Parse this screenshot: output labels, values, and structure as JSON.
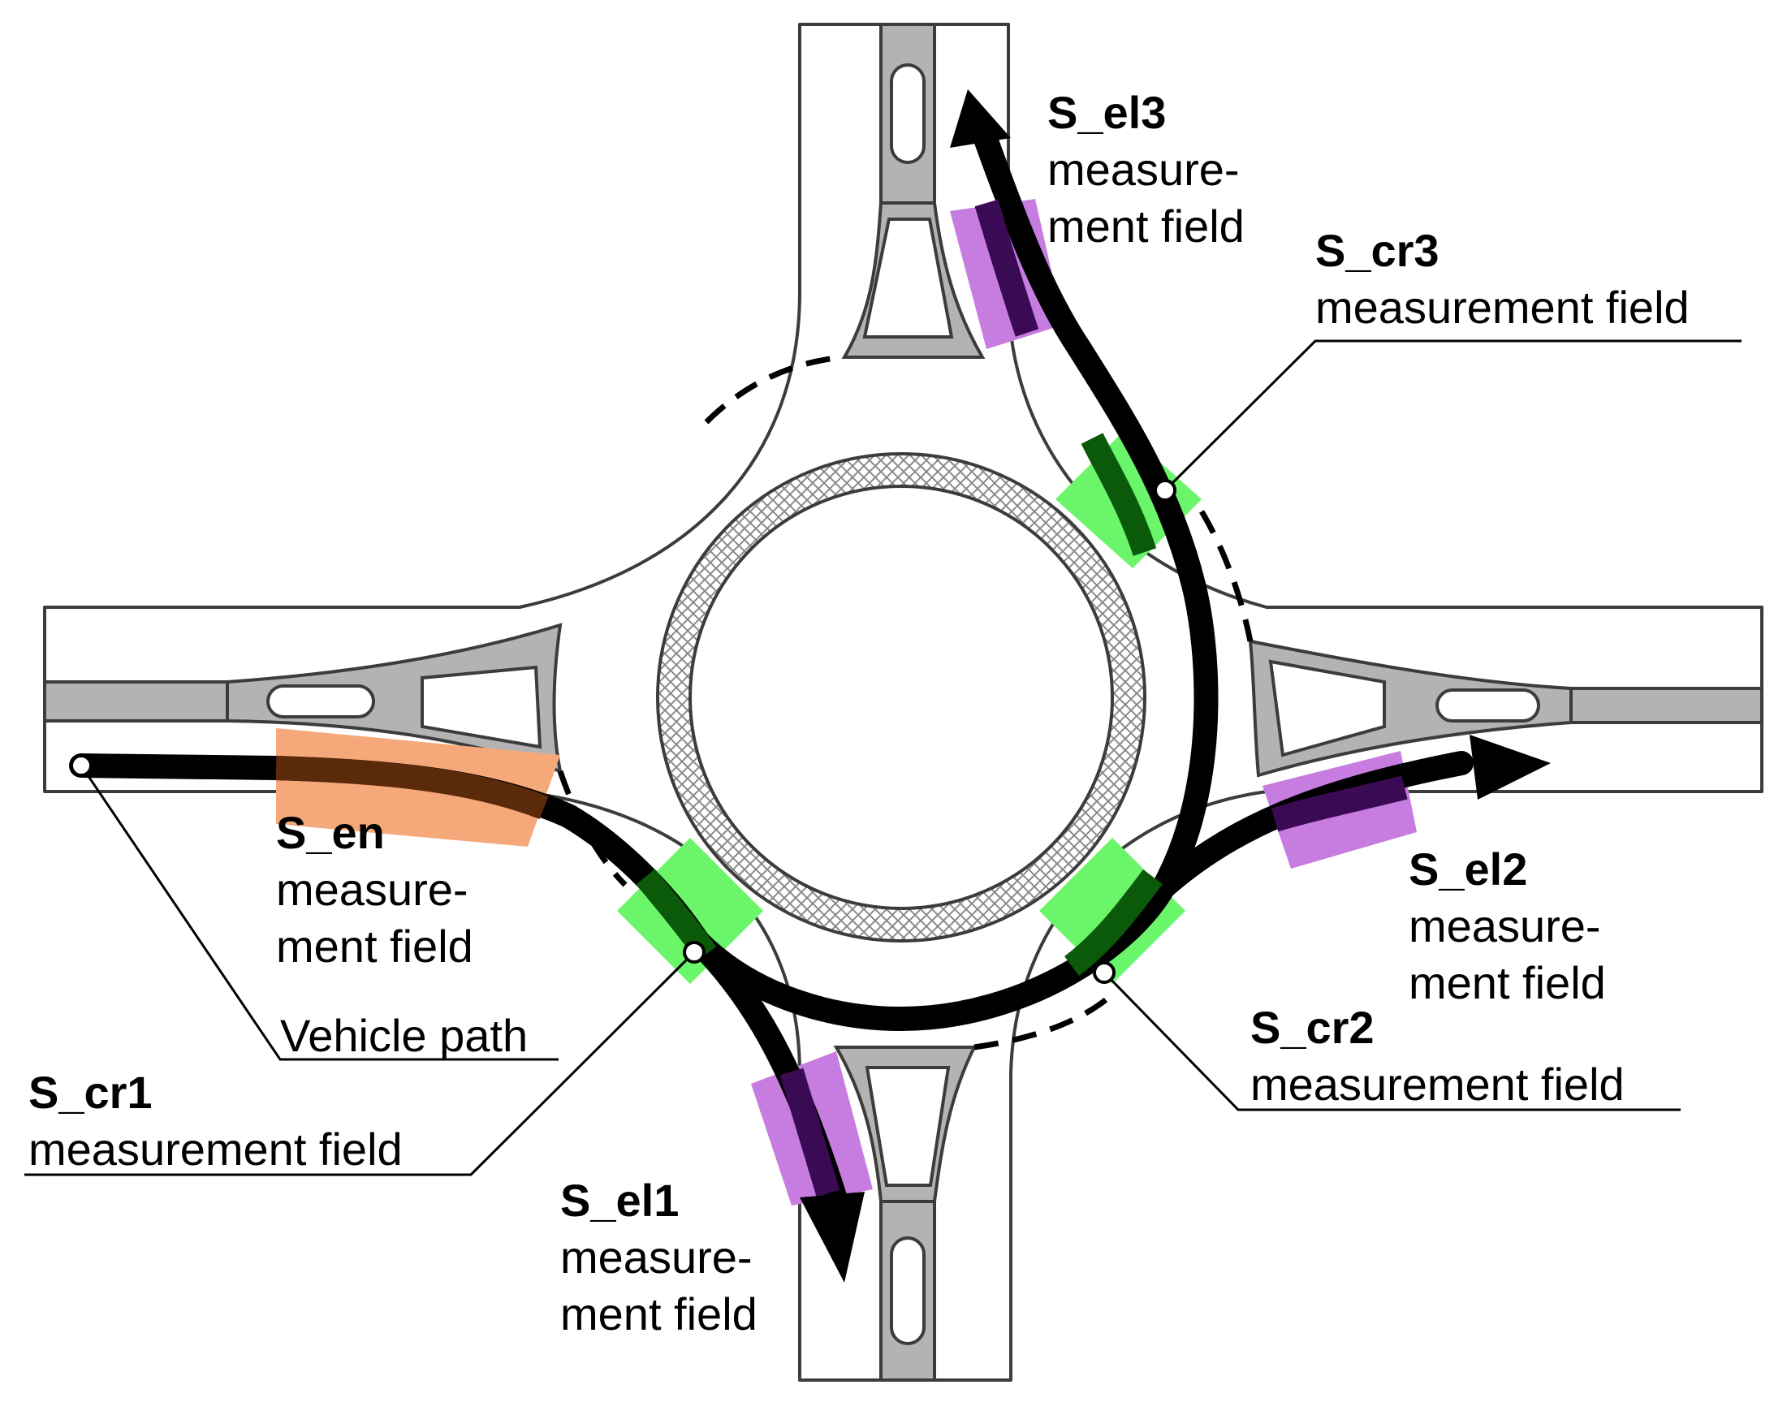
{
  "labels": {
    "s_el3": {
      "name": "S_el3",
      "line1": "measure-",
      "line2": "ment field"
    },
    "s_cr3": {
      "name": "S_cr3",
      "line1": "measurement field"
    },
    "s_en": {
      "name": "S_en",
      "line1": "measure-",
      "line2": "ment field"
    },
    "vehicle_path": "Vehicle path",
    "s_cr1": {
      "name": "S_cr1",
      "line1": "measurement field"
    },
    "s_el1": {
      "name": "S_el1",
      "line1": "measure-",
      "line2": "ment field"
    },
    "s_el2": {
      "name": "S_el2",
      "line1": "measure-",
      "line2": "ment field"
    },
    "s_cr2": {
      "name": "S_cr2",
      "line1": "measurement field"
    }
  },
  "colors": {
    "road_fill": "#ffffff",
    "island_fill": "#b3b3b3",
    "outline": "#3c3c3c",
    "path": "#000000",
    "crossing_field": "#6af56a",
    "crossing_field_on_path": "#0a5a0a",
    "exit_field": "#c77de0",
    "exit_field_on_path": "#3b0a55",
    "entry_field": "#f5a97a",
    "entry_field_on_path": "#5a2a0a"
  }
}
